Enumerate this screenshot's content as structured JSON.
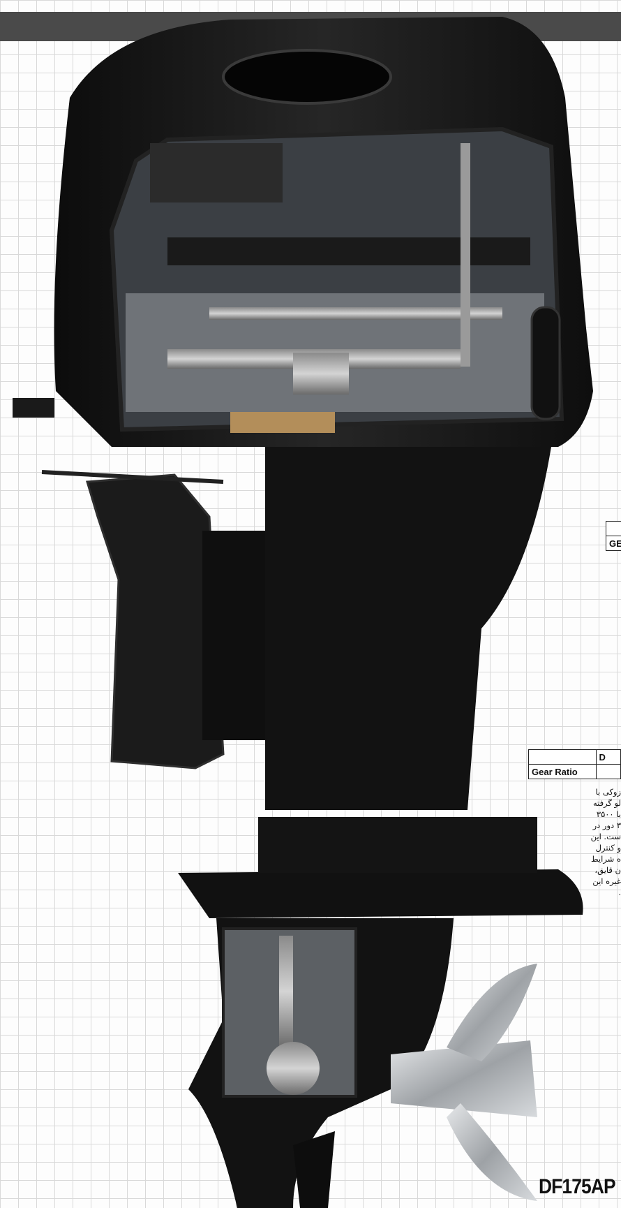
{
  "colors": {
    "engine_black": "#141414",
    "cover_grey": "#4a4a4a",
    "grid_line": "#d9d9d9",
    "propeller": "#b9bcc0"
  },
  "spec_table_top": {
    "row1": "",
    "row2": "GE"
  },
  "gear_table": {
    "header_left": "",
    "header_right": "D",
    "row_label": "Gear Ratio",
    "row_value": ""
  },
  "persian_lines": [
    "زوکی با",
    "لو گرفته",
    "با ۳۵۰۰",
    "۳ دور در",
    "ست. این",
    "و کنترل",
    "ه شرایط",
    "ن قایق،",
    "غیره این",
    "."
  ],
  "model_name": "DF175AP"
}
